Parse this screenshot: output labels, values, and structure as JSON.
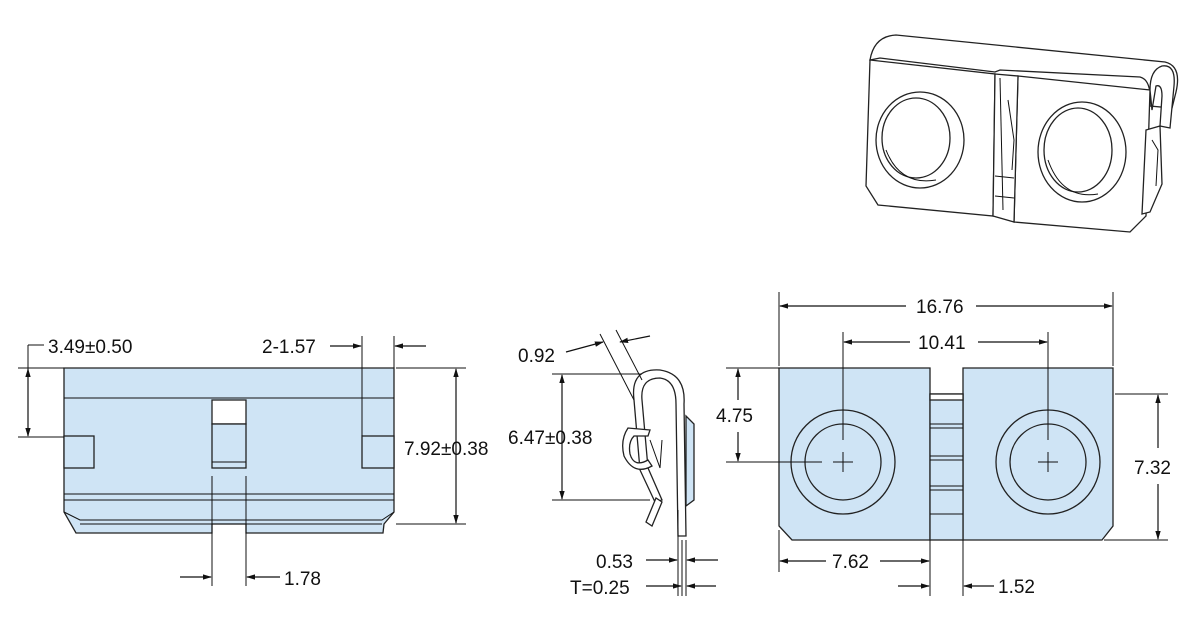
{
  "colors": {
    "part_fill": "#cfe4f5",
    "outline": "#222222",
    "background": "#ffffff"
  },
  "dims": {
    "front_left_offset": "3.49±0.50",
    "front_slot": "2-1.57",
    "front_height": "7.92±0.38",
    "front_gap": "1.78",
    "side_radius": "0.92",
    "side_height": "6.47±0.38",
    "side_offset": "0.53",
    "side_thickness": "T=0.25",
    "top_width": "16.76",
    "top_hole_pitch": "10.41",
    "top_center_height": "4.75",
    "top_height": "7.32",
    "top_half_width": "7.62",
    "top_gap": "1.52"
  }
}
